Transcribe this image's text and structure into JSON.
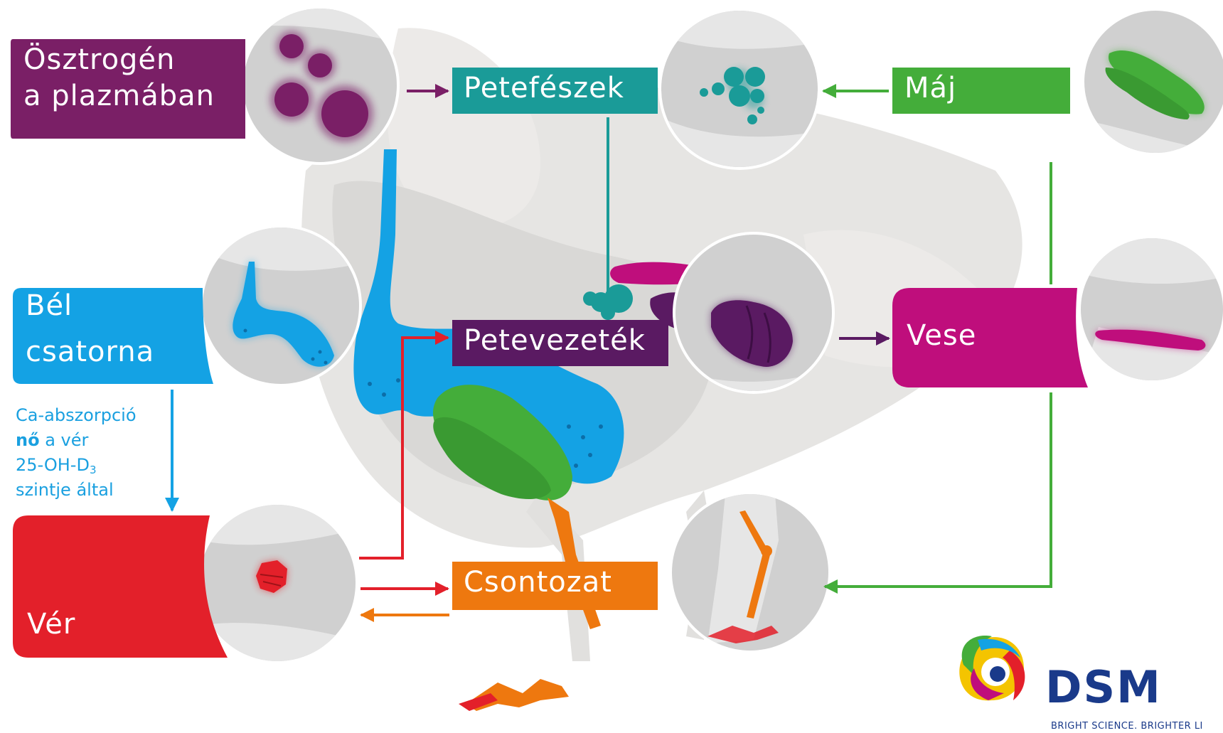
{
  "labels": {
    "osztrogen_line1": "Ösztrogén",
    "osztrogen_line2": "a plazmában",
    "petefeszek": "Petefészek",
    "maj": "Máj",
    "bel_line1": "Bél",
    "bel_line2": "csatorna",
    "petevezetek": "Petevezeték",
    "vese": "Vese",
    "ver": "Vér",
    "csontozat": "Csontozat"
  },
  "note": {
    "line1": "Ca-abszorpció",
    "line2_bold": "nő",
    "line2_rest": " a vér",
    "line3_main": "25-OH-D",
    "line3_sub": "3",
    "line4": "szintje által"
  },
  "logo": {
    "name": "DSM",
    "tagline": "BRIGHT SCIENCE. BRIGHTER LI"
  },
  "colors": {
    "estrogen": "#7a1f66",
    "ovary": "#1a9b98",
    "liver": "#44ad3a",
    "intestine": "#14a2e4",
    "oviduct": "#5a1a62",
    "kidney": "#bf0e7c",
    "blood": "#e3202a",
    "skeleton": "#ee780f",
    "bird": "#e6e5e3",
    "zoom": "#d0d0d0"
  },
  "icons": [
    "hen-silhouette",
    "estrogen-zoom",
    "ovary-zoom",
    "liver-zoom",
    "intestine-zoom",
    "oviduct-zoom",
    "kidney-zoom",
    "blood-zoom",
    "skeleton-zoom",
    "dsm-logo-icon"
  ]
}
